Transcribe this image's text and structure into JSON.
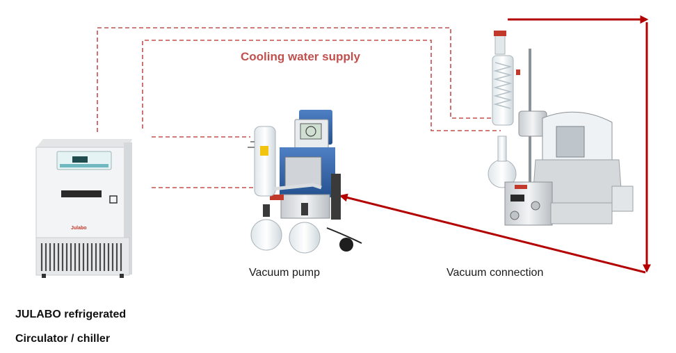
{
  "labels": {
    "cooling_water_supply": "Cooling water supply",
    "vacuum_pump": "Vacuum pump",
    "vacuum_connection": "Vacuum connection",
    "chiller_line1": "JULABO refrigerated",
    "chiller_line2": "Circulator / chiller"
  },
  "brand": {
    "chiller_logo": "Julabo"
  },
  "colors": {
    "dashed_line": "#c0504d",
    "cooling_label": "#c0504d",
    "vacuum_arrow": "#b30000",
    "text": "#111111"
  }
}
